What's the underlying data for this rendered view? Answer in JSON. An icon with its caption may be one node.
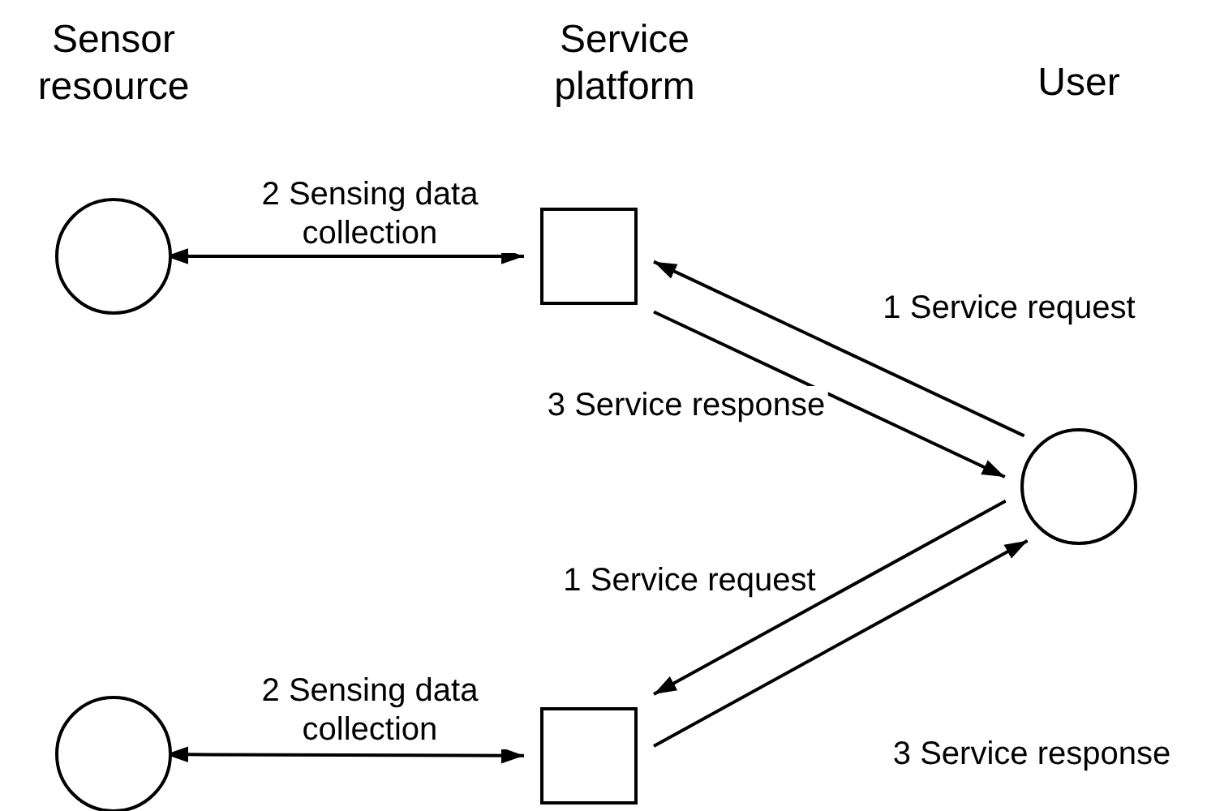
{
  "diagram": {
    "nodes": [
      {
        "text": [],
        "shape": "circle"
      },
      {
        "text": [],
        "shape": "box"
      },
      {
        "text": [],
        "shape": "circle"
      },
      {
        "text": [],
        "shape": "circle"
      },
      {
        "text": [],
        "shape": "box"
      }
    ],
    "edges": [
      {
        "from": 0,
        "to": 1,
        "arrow": "both",
        "label": "2 Sensing data collection"
      },
      {
        "from": 2,
        "to": 1,
        "arrow": "to",
        "label": "1 Service request"
      },
      {
        "from": 1,
        "to": 2,
        "arrow": "to",
        "label": "3 Service response"
      },
      {
        "from": 2,
        "to": 4,
        "arrow": "to",
        "label": "1 Service request"
      },
      {
        "from": 3,
        "to": 4,
        "arrow": "both",
        "label": "2 Sensing data collection"
      },
      {
        "from": 4,
        "to": 2,
        "arrow": "to",
        "label": "3 Service response"
      }
    ],
    "labels": [
      "Sensor resource",
      "Service platform",
      "User"
    ]
  }
}
